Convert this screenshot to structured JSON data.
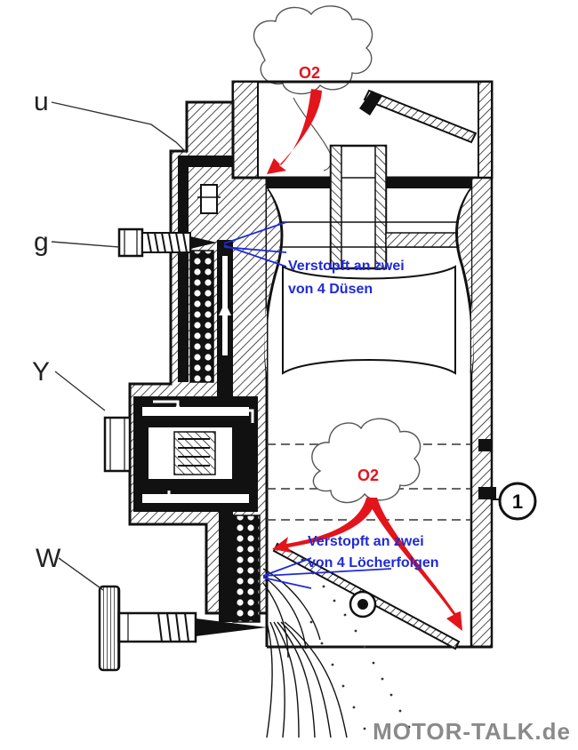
{
  "labels": {
    "u": "u",
    "g": "g",
    "Y": "Y",
    "W": "W",
    "circle_number": "1"
  },
  "annotations": {
    "o2_top": "O2",
    "o2_bottom": "O2",
    "note_upper_line1": "Verstopft an zwei",
    "note_upper_line2": "von 4 Düsen",
    "note_lower_line1": "Verstopft an zwei",
    "note_lower_line2": "von 4 Löcherfolgen"
  },
  "watermark": "MOTOR-TALK.de",
  "colors": {
    "annotation_blue": "#1f2ad6",
    "annotation_red": "#e3141b",
    "line_art": "#111111"
  }
}
